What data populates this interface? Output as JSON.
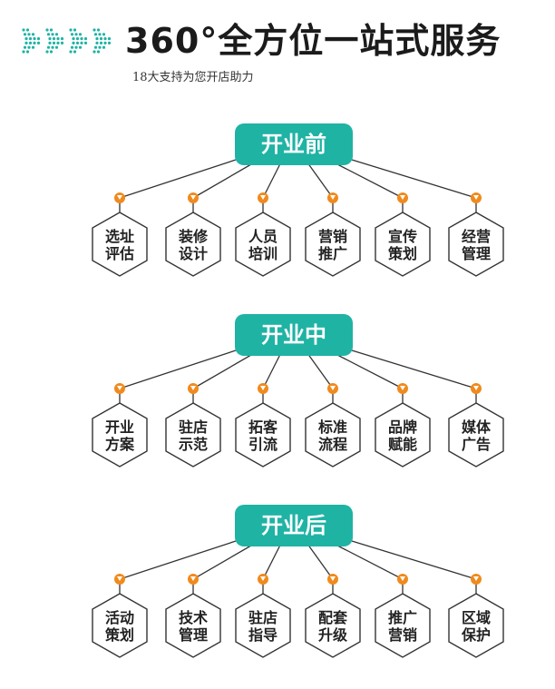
{
  "header": {
    "title": "360°全方位一站式服务",
    "subtitle": "18大支持为您开店助力",
    "accent": "#1fb3a4",
    "dot_color": "#f08a1c"
  },
  "sections": [
    {
      "label": "开业前",
      "items": [
        [
          "选址",
          "评估"
        ],
        [
          "装修",
          "设计"
        ],
        [
          "人员",
          "培训"
        ],
        [
          "营销",
          "推广"
        ],
        [
          "宣传",
          "策划"
        ],
        [
          "经营",
          "管理"
        ]
      ]
    },
    {
      "label": "开业中",
      "items": [
        [
          "开业",
          "方案"
        ],
        [
          "驻店",
          "示范"
        ],
        [
          "拓客",
          "引流"
        ],
        [
          "标准",
          "流程"
        ],
        [
          "品牌",
          "赋能"
        ],
        [
          "媒体",
          "广告"
        ]
      ]
    },
    {
      "label": "开业后",
      "items": [
        [
          "活动",
          "策划"
        ],
        [
          "技术",
          "管理"
        ],
        [
          "驻店",
          "指导"
        ],
        [
          "配套",
          "升级"
        ],
        [
          "推广",
          "营销"
        ],
        [
          "区域",
          "保护"
        ]
      ]
    }
  ]
}
